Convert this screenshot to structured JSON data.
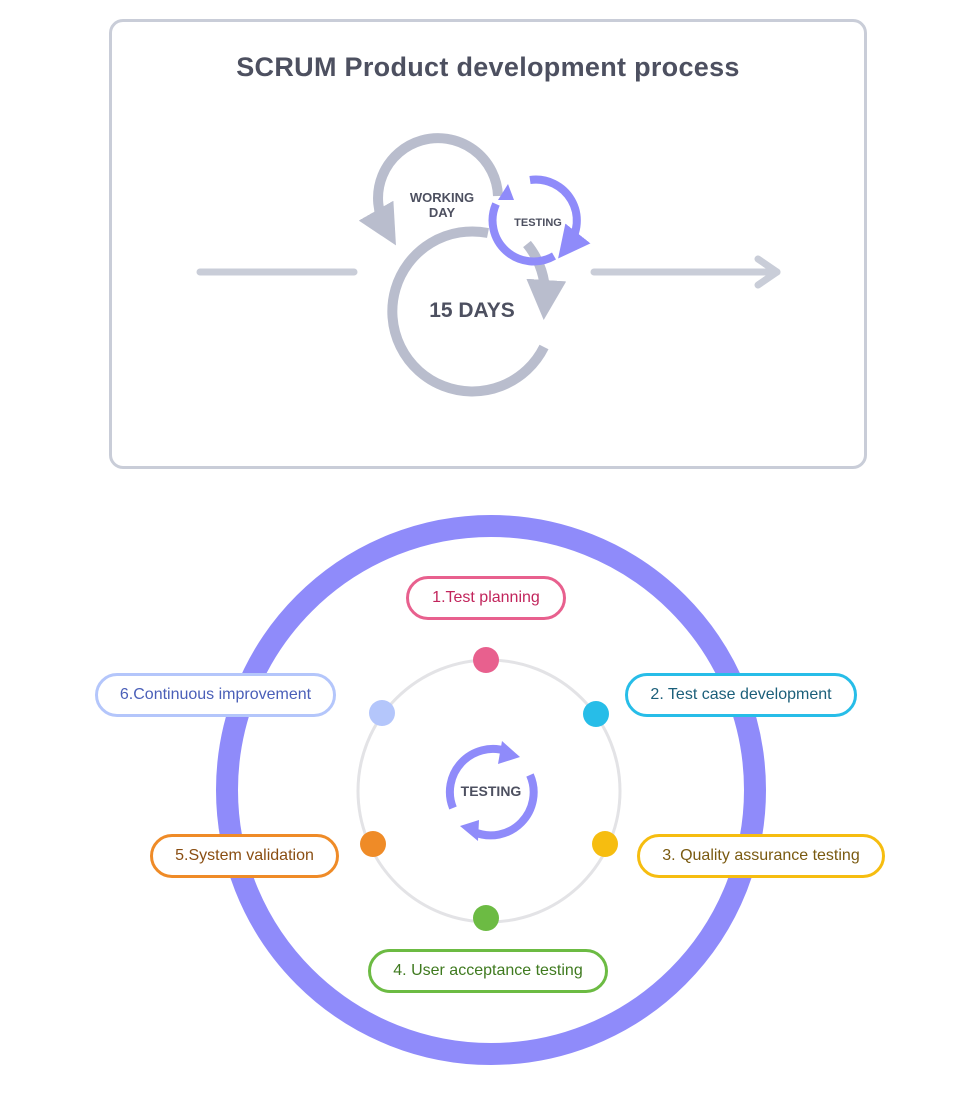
{
  "scrum": {
    "title": "SCRUM Product development process",
    "working_day": [
      "WORKING",
      "DAY"
    ],
    "testing": "TESTING",
    "duration": "15 DAYS"
  },
  "cycle": {
    "center_label": "TESTING",
    "colors": {
      "outer_ring": "#8f8bfa",
      "inner_ring": "#e3e3e6",
      "arrow_gray": "#b9bdcd",
      "arrow_purple": "#8f8bfa",
      "text_dark": "#4d5060"
    },
    "stages": [
      {
        "label": "1.Test planning",
        "color": "#e8608e",
        "text_color": "#c2255c"
      },
      {
        "label": "2. Test case development",
        "color": "#27bde8",
        "text_color": "#1b5f7a"
      },
      {
        "label": "3. Quality assurance testing",
        "color": "#f6bd10",
        "text_color": "#7a5a10"
      },
      {
        "label": "4. User acceptance testing",
        "color": "#6cbb43",
        "text_color": "#3f7a1f"
      },
      {
        "label": "5.System validation",
        "color": "#ef8b27",
        "text_color": "#8a4e12"
      },
      {
        "label": "6.Continuous improvement",
        "color": "#b4c6fb",
        "text_color": "#4a5fb8"
      }
    ]
  }
}
